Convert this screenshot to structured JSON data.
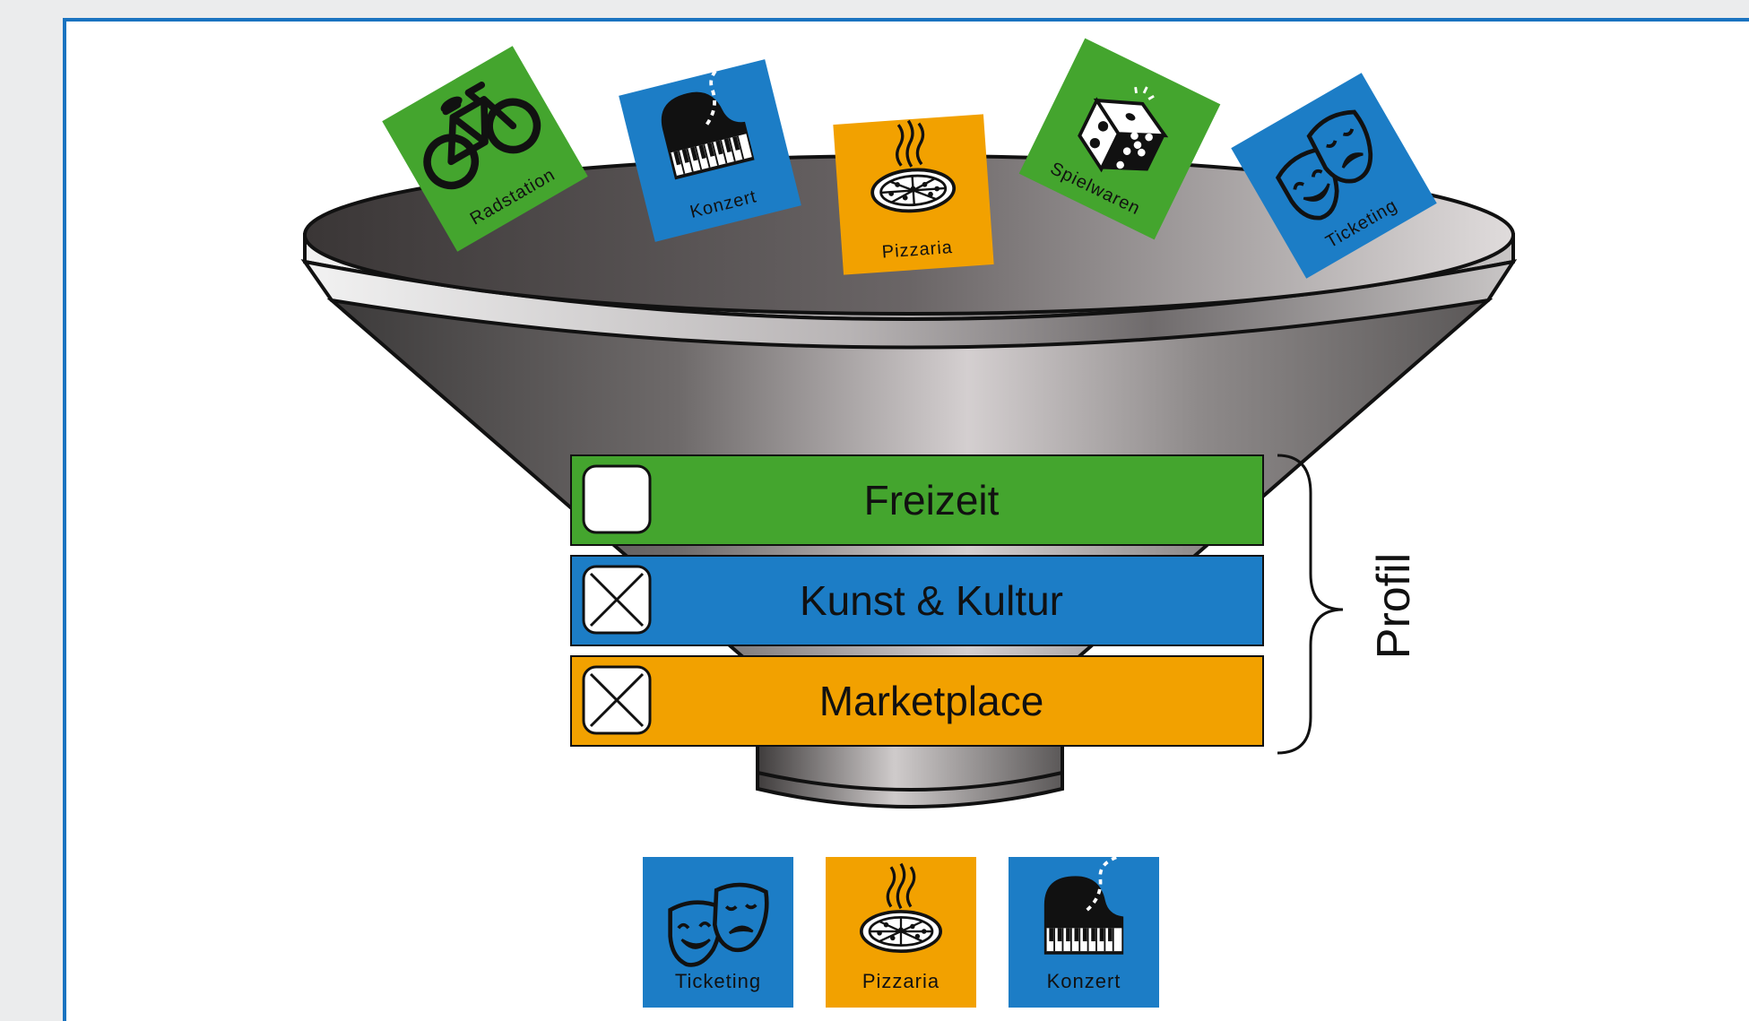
{
  "funnel_tiles": [
    {
      "id": "radstation",
      "label": "Radstation",
      "icon": "bicycle-icon",
      "color": "#44a52e"
    },
    {
      "id": "konzert",
      "label": "Konzert",
      "icon": "piano-icon",
      "color": "#1c7dc6"
    },
    {
      "id": "pizzaria",
      "label": "Pizzaria",
      "icon": "pizza-icon",
      "color": "#f2a100"
    },
    {
      "id": "spielwaren",
      "label": "Spielwaren",
      "icon": "dice-icon",
      "color": "#44a52e"
    },
    {
      "id": "ticketing",
      "label": "Ticketing",
      "icon": "theater-masks-icon",
      "color": "#1c7dc6"
    }
  ],
  "categories": [
    {
      "label": "Freizeit",
      "checked": false,
      "color": "#44a52e"
    },
    {
      "label": "Kunst & Kultur",
      "checked": true,
      "color": "#1c7dc6"
    },
    {
      "label": "Marketplace",
      "checked": true,
      "color": "#f2a100"
    }
  ],
  "profile_label": "Profil",
  "result_tiles": [
    {
      "label": "Ticketing",
      "icon": "theater-masks-icon",
      "color": "#1c7dc6"
    },
    {
      "label": "Pizzaria",
      "icon": "pizza-icon",
      "color": "#f2a100"
    },
    {
      "label": "Konzert",
      "icon": "piano-icon",
      "color": "#1c7dc6"
    }
  ]
}
